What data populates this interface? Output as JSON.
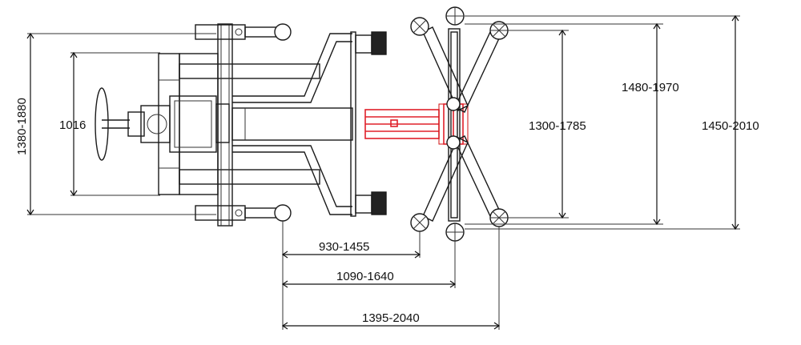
{
  "dimensions": {
    "left_outer": "1380-1880",
    "left_inner": "1016",
    "arm_inner": "1300-1785",
    "arm_middle": "1480-1970",
    "arm_outer": "1450-2010",
    "len_short": "930-1455",
    "len_mid": "1090-1640",
    "len_long": "1395-2040"
  },
  "colors": {
    "line": "#1a1a1a",
    "highlight": "#e0202a"
  }
}
